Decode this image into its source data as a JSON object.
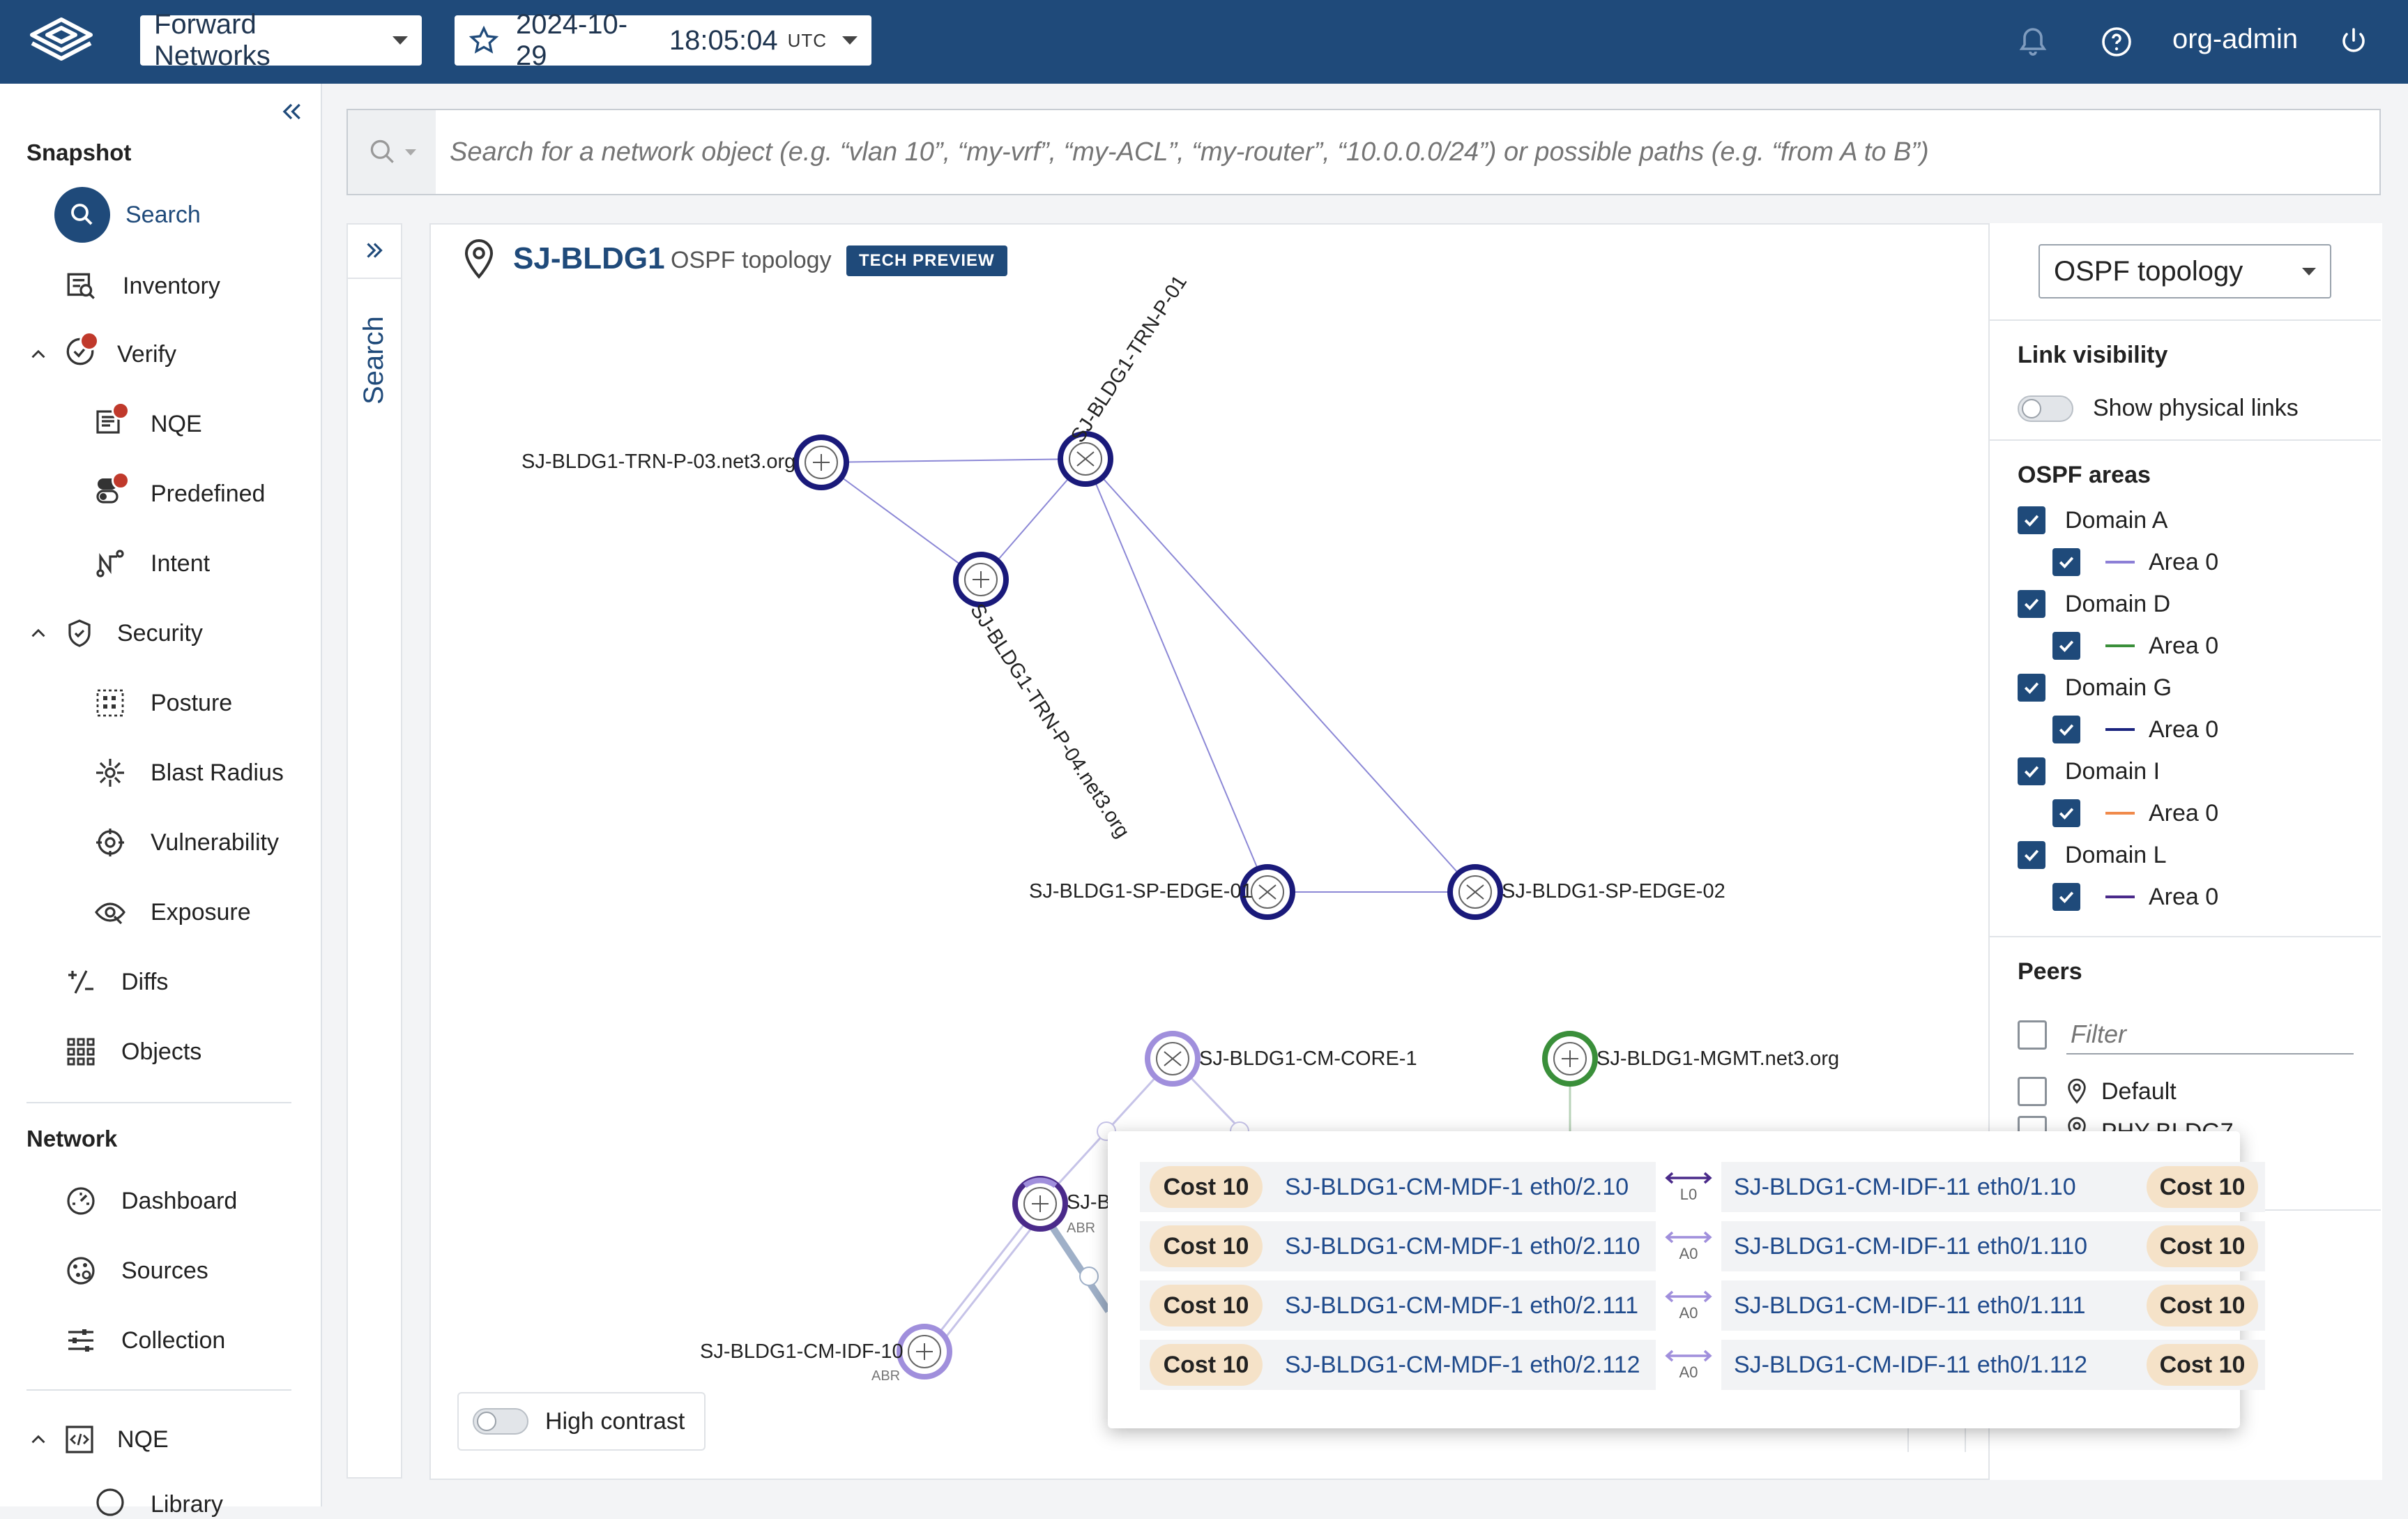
{
  "header": {
    "org_selector": "Forward Networks",
    "snapshot_date": "2024-10-29",
    "snapshot_time": "18:05:04",
    "snapshot_tz": "UTC",
    "user": "org-admin",
    "color": "#1f4a7a"
  },
  "sidebar": {
    "section_snapshot": "Snapshot",
    "items": [
      {
        "label": "Search"
      },
      {
        "label": "Inventory"
      },
      {
        "label": "Verify"
      },
      {
        "label": "NQE"
      },
      {
        "label": "Predefined"
      },
      {
        "label": "Intent"
      },
      {
        "label": "Security"
      },
      {
        "label": "Posture"
      },
      {
        "label": "Blast Radius"
      },
      {
        "label": "Vulnerability"
      },
      {
        "label": "Exposure"
      },
      {
        "label": "Diffs"
      },
      {
        "label": "Objects"
      }
    ],
    "section_network": "Network",
    "network_items": [
      {
        "label": "Dashboard"
      },
      {
        "label": "Sources"
      },
      {
        "label": "Collection"
      }
    ],
    "nqe_section": "NQE",
    "nqe_sub": "Library"
  },
  "search": {
    "placeholder": "Search for a network object (e.g. “vlan 10”, “my-vrf”, “my-ACL”, “my-router”, “10.0.0.0/24”) or possible paths (e.g. “from A to B”)",
    "collapsed_label": "Search"
  },
  "main": {
    "site": "SJ-BLDG1",
    "subtitle": "OSPF topology",
    "badge": "TECH PREVIEW",
    "high_contrast": "High contrast"
  },
  "topology": {
    "nodes": [
      {
        "label": "SJ-BLDG1-TRN-P-01"
      },
      {
        "label": "SJ-BLDG1-TRN-P-03.net3.org"
      },
      {
        "label": "SJ-BLDG1-TRN-P-04.net3.org"
      },
      {
        "label": "SJ-BLDG1-SP-EDGE-01"
      },
      {
        "label": "SJ-BLDG1-SP-EDGE-02"
      },
      {
        "label": "SJ-BLDG1-CM-CORE-1"
      },
      {
        "label": "SJ-BLDG1-MGMT.net3.org"
      },
      {
        "label": "SJ-B"
      },
      {
        "label": "SJ-BLDG1-CM-IDF-10"
      }
    ],
    "abr_label": "ABR"
  },
  "right_panel": {
    "view_select": "OSPF topology",
    "link_visibility": "Link visibility",
    "show_physical": "Show physical links",
    "ospf_areas": "OSPF areas",
    "domains": [
      {
        "name": "Domain A",
        "area": "Area 0",
        "color": "#8c7fd6"
      },
      {
        "name": "Domain D",
        "area": "Area 0",
        "color": "#3a8f3a"
      },
      {
        "name": "Domain G",
        "area": "Area 0",
        "color": "#1a237e"
      },
      {
        "name": "Domain I",
        "area": "Area 0",
        "color": "#f08a4b"
      },
      {
        "name": "Domain L",
        "area": "Area 0",
        "color": "#4a2a8a"
      }
    ],
    "peers": "Peers",
    "filter_placeholder": "Filter",
    "peer_default": "Default",
    "peer_phy": "PHY-BLDG7"
  },
  "popover": {
    "rows": [
      {
        "cost_left": "Cost 10",
        "left": "SJ-BLDG1-CM-MDF-1 eth0/2.10",
        "area": "L0",
        "right": "SJ-BLDG1-CM-IDF-11 eth0/1.10",
        "cost_right": "Cost 10"
      },
      {
        "cost_left": "Cost 10",
        "left": "SJ-BLDG1-CM-MDF-1 eth0/2.110",
        "area": "A0",
        "right": "SJ-BLDG1-CM-IDF-11 eth0/1.110",
        "cost_right": "Cost 10"
      },
      {
        "cost_left": "Cost 10",
        "left": "SJ-BLDG1-CM-MDF-1 eth0/2.111",
        "area": "A0",
        "right": "SJ-BLDG1-CM-IDF-11 eth0/1.111",
        "cost_right": "Cost 10"
      },
      {
        "cost_left": "Cost 10",
        "left": "SJ-BLDG1-CM-MDF-1 eth0/2.112",
        "area": "A0",
        "right": "SJ-BLDG1-CM-IDF-11 eth0/1.112",
        "cost_right": "Cost 10"
      }
    ]
  }
}
